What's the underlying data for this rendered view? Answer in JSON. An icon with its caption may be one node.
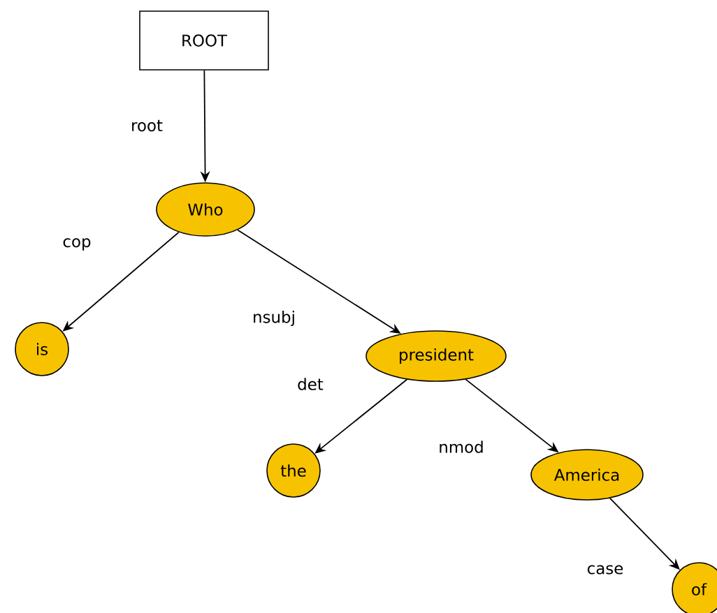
{
  "diagram": {
    "nodes": [
      {
        "text": [
          "ROOT"
        ]
      },
      {
        "text": [
          "Who"
        ]
      },
      {
        "text": [
          "is"
        ]
      },
      {
        "text": [
          "president"
        ]
      },
      {
        "text": [
          "the"
        ]
      },
      {
        "text": [
          "America"
        ]
      },
      {
        "text": [
          "of"
        ]
      }
    ],
    "edges": [
      {
        "from": 0,
        "to": 1,
        "arrow": "to",
        "label": "root"
      },
      {
        "from": 1,
        "to": 2,
        "arrow": "to",
        "label": "cop"
      },
      {
        "from": 1,
        "to": 3,
        "arrow": "to",
        "label": "nsubj"
      },
      {
        "from": 3,
        "to": 4,
        "arrow": "to",
        "label": "det"
      },
      {
        "from": 3,
        "to": 5,
        "arrow": "to",
        "label": "nmod"
      },
      {
        "from": 5,
        "to": 6,
        "arrow": "to",
        "label": "case"
      }
    ]
  }
}
